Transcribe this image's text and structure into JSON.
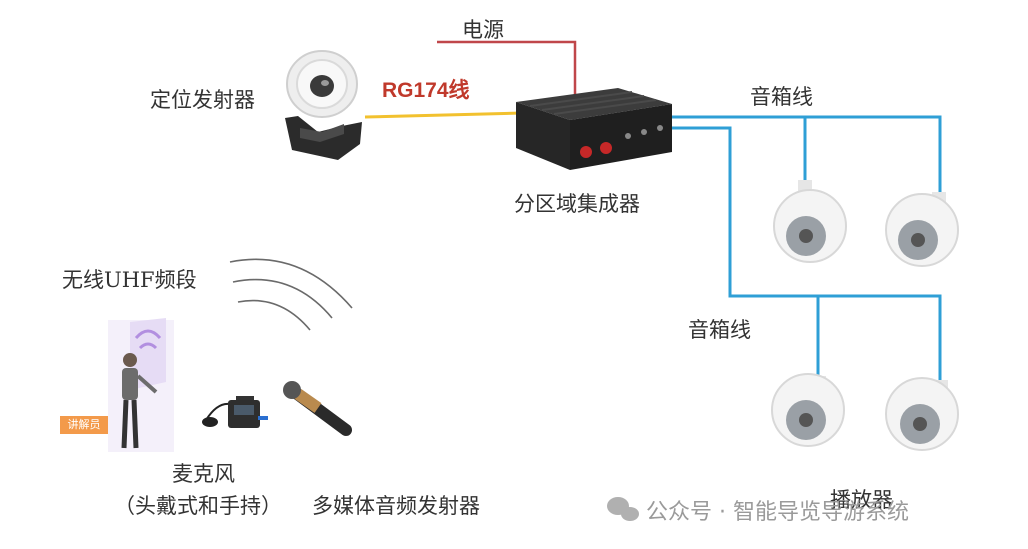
{
  "labels": {
    "power": "电源",
    "rg174": "RG174线",
    "locator": "定位发射器",
    "speaker_wire_top": "音箱线",
    "integrator": "分区域集成器",
    "uhf": "无线UHF频段",
    "speaker_wire_mid": "音箱线",
    "mic_line1": "麦克风",
    "mic_line2": "（头戴式和手持）",
    "multimedia": "多媒体音频发射器",
    "player": "播放器",
    "guide_badge": "讲解员"
  },
  "watermark": "公众号 · 智能导览导游系统",
  "colors": {
    "power_line": "#c0474a",
    "rg174_line": "#f2c12e",
    "speaker_line": "#2f9fd6",
    "badge": "#f39a4a"
  }
}
